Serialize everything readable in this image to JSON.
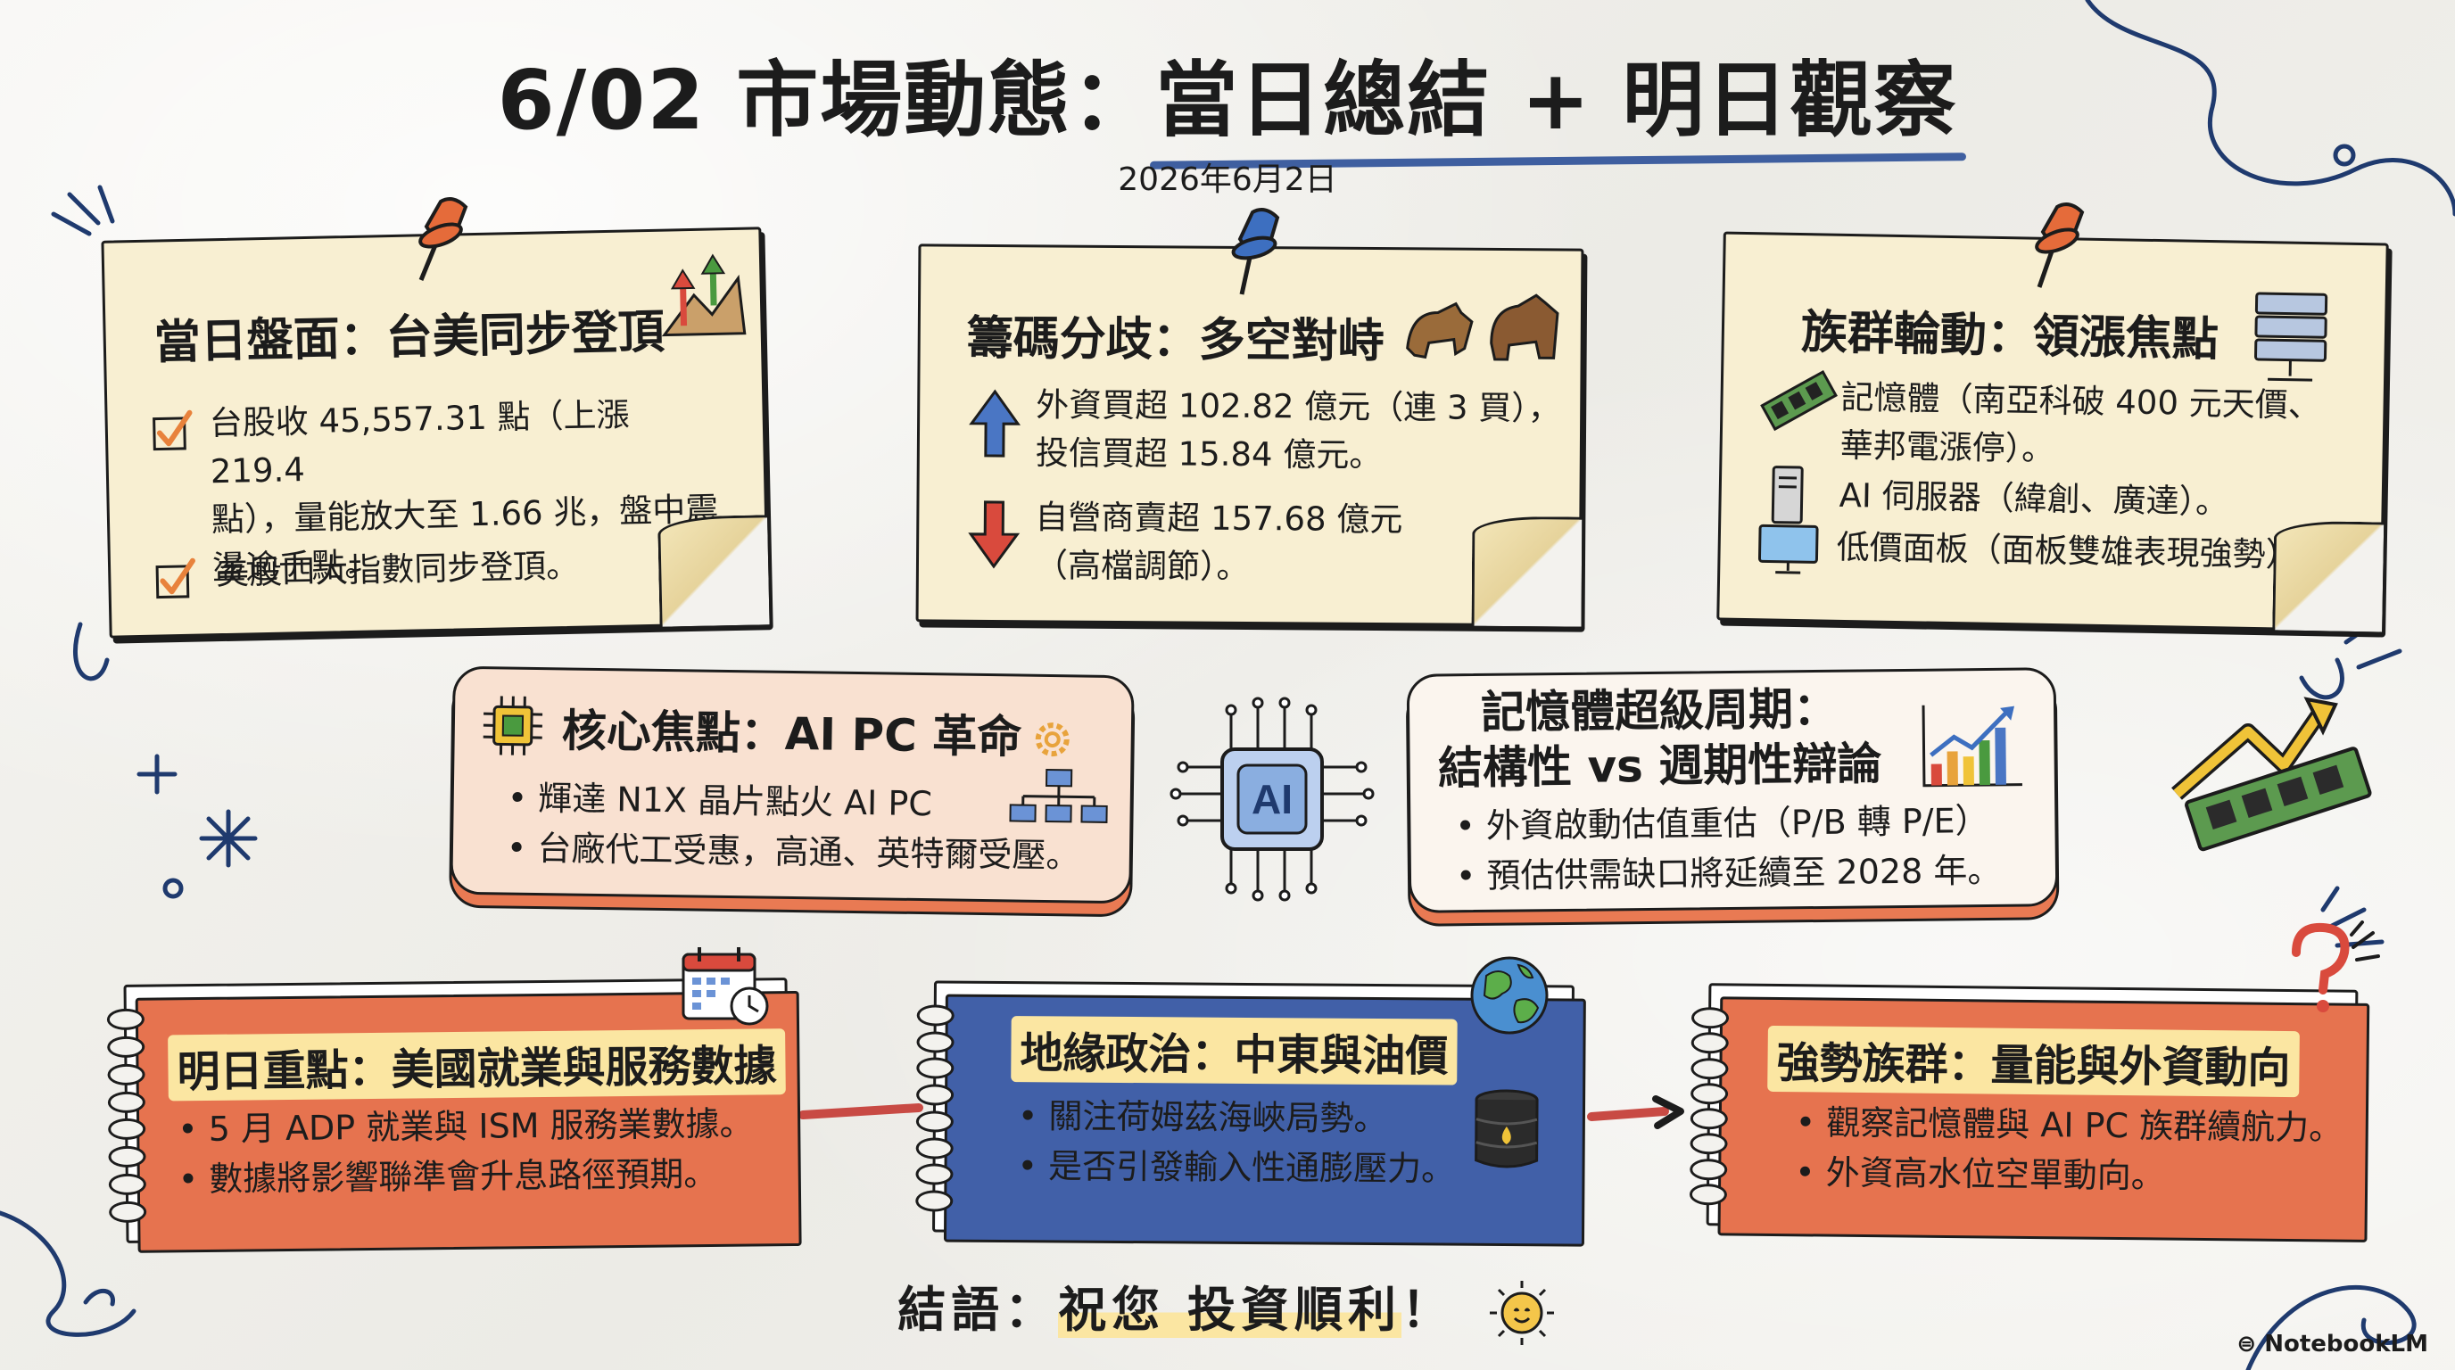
{
  "header": {
    "title_prefix": "6/02 市場動態：",
    "title_highlight": "當日總結 + 明日觀察",
    "date": "2026年6月2日"
  },
  "cards": {
    "daily": {
      "title": "當日盤面：台美同步登頂",
      "items": [
        "台股收 45,557.31 點（上漲 219.4",
        "點），量能放大至 1.66 兆，盤中震",
        "盪逾千點。",
        "美股四大指數同步登頂。"
      ]
    },
    "chips": {
      "title": "籌碼分歧：多空對峙",
      "items": [
        "外資買超 102.82 億元（連 3 買），",
        "投信買超 15.84 億元。",
        "自營商賣超 157.68 億元",
        "（高檔調節）。"
      ]
    },
    "sectors": {
      "title": "族群輪動：領漲焦點",
      "items": [
        "記憶體（南亞科破 400 元天價、",
        "華邦電漲停）。",
        "AI 伺服器（緯創、廣達）。",
        "低價面板（面板雙雄表現強勢）。"
      ]
    }
  },
  "focus": {
    "ai_pc": {
      "title": "核心焦點：AI PC 革命",
      "bullets": [
        "輝達 N1X 晶片點火 AI PC",
        "台廠代工受惠，高通、英特爾受壓。"
      ]
    },
    "memory": {
      "title_line1": "記憶體超級周期：",
      "title_line2": "結構性 vs 週期性辯論",
      "bullets": [
        "外資啟動估值重估（P/B 轉 P/E）",
        "預估供需缺口將延續至 2028 年。"
      ]
    },
    "ai_chip_label": "AI"
  },
  "tomorrow": {
    "jobs": {
      "title": "明日重點：美國就業與服務數據",
      "bullets": [
        "5 月 ADP 就業與 ISM 服務業數據。",
        "數據將影響聯準會升息路徑預期。"
      ]
    },
    "geo": {
      "title": "地緣政治：中東與油價",
      "bullets": [
        "關注荷姆茲海峽局勢。",
        "是否引發輸入性通膨壓力。"
      ]
    },
    "strong": {
      "title": "強勢族群：量能與外資動向",
      "bullets": [
        "觀察記憶體與 AI PC 族群續航力。",
        "外資高水位空單動向。"
      ]
    }
  },
  "footer": {
    "prefix": "結語：",
    "highlight": "祝您 投資順利",
    "suffix": "！"
  },
  "brand": "NotebookLM",
  "colors": {
    "accent_blue": "#3f5fa0",
    "note_yellow": "#f8efd2",
    "orange": "#e97a53",
    "red": "#d94a3d",
    "green": "#4a9a3f"
  },
  "icons": [
    "pushpin-icon",
    "checkbox-icon",
    "arrow-up-icon",
    "arrow-down-icon",
    "bull-bear-icon",
    "server-icon",
    "memory-icon",
    "monitor-icon",
    "chip-icon",
    "gear-icon",
    "flowchart-icon",
    "ai-chip-icon",
    "bar-chart-icon",
    "calendar-icon",
    "globe-icon",
    "oil-barrel-icon",
    "question-icon",
    "sun-smiley-icon"
  ]
}
